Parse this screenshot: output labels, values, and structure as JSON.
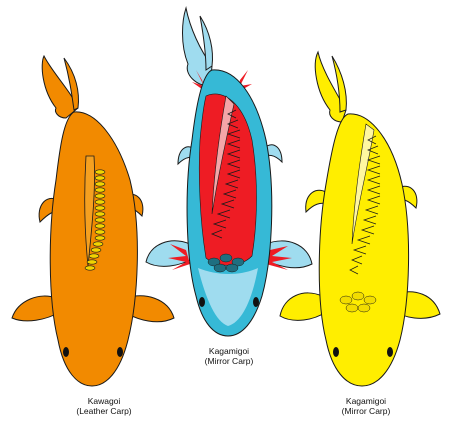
{
  "fish": [
    {
      "name": "Kawagoi",
      "subtitle": "(Leather Carp)",
      "body_color": "#f28a00",
      "scale_color": "#f2d400"
    },
    {
      "name": "Kagamigoi",
      "subtitle": "(Mirror Carp)",
      "body_color": "#36b9d6",
      "fin_color": "#9fdcef",
      "pattern_color": "#ee1c24",
      "scale_color": "#2a8a9e"
    },
    {
      "name": "Kagamigoi",
      "subtitle": "(Mirror Carp)",
      "body_color": "#ffee00",
      "scale_color": "#d9c400"
    }
  ]
}
